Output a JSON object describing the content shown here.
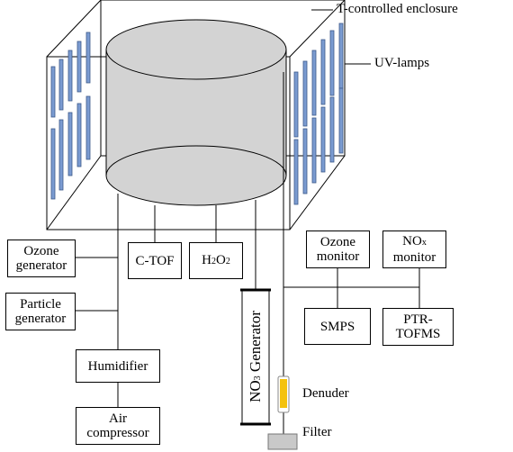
{
  "diagram": {
    "labels": {
      "enclosure": "T-controlled enclosure",
      "uv_lamps": "UV-lamps",
      "denuder": "Denuder",
      "filter": "Filter"
    },
    "boxes": {
      "ozone_generator": [
        "Ozone",
        "generator"
      ],
      "particle_generator": [
        "Particle",
        "generator"
      ],
      "humidifier": [
        "Humidifier"
      ],
      "air_compressor": [
        "Air",
        "compressor"
      ],
      "c_tof": [
        "C-TOF"
      ],
      "h2o2": {
        "main": "H",
        "sub1": "2",
        "mid": "O",
        "sub2": "2"
      },
      "ozone_monitor": [
        "Ozone",
        "monitor"
      ],
      "nox_monitor": {
        "main": "NO",
        "sub": "x",
        "line2": "monitor"
      },
      "smps": [
        "SMPS"
      ],
      "ptr_tofms": [
        "PTR-",
        "TOFMS"
      ],
      "no3_generator": {
        "main": "NO",
        "sub": "3",
        "rest": " Generator"
      }
    },
    "colors": {
      "lamp_fill": "#7b9bd1",
      "cylinder_fill": "#d3d3d3",
      "denuder_fill": "#f4c20d",
      "filter_fill": "#c9c9c9",
      "line": "#000000"
    }
  }
}
